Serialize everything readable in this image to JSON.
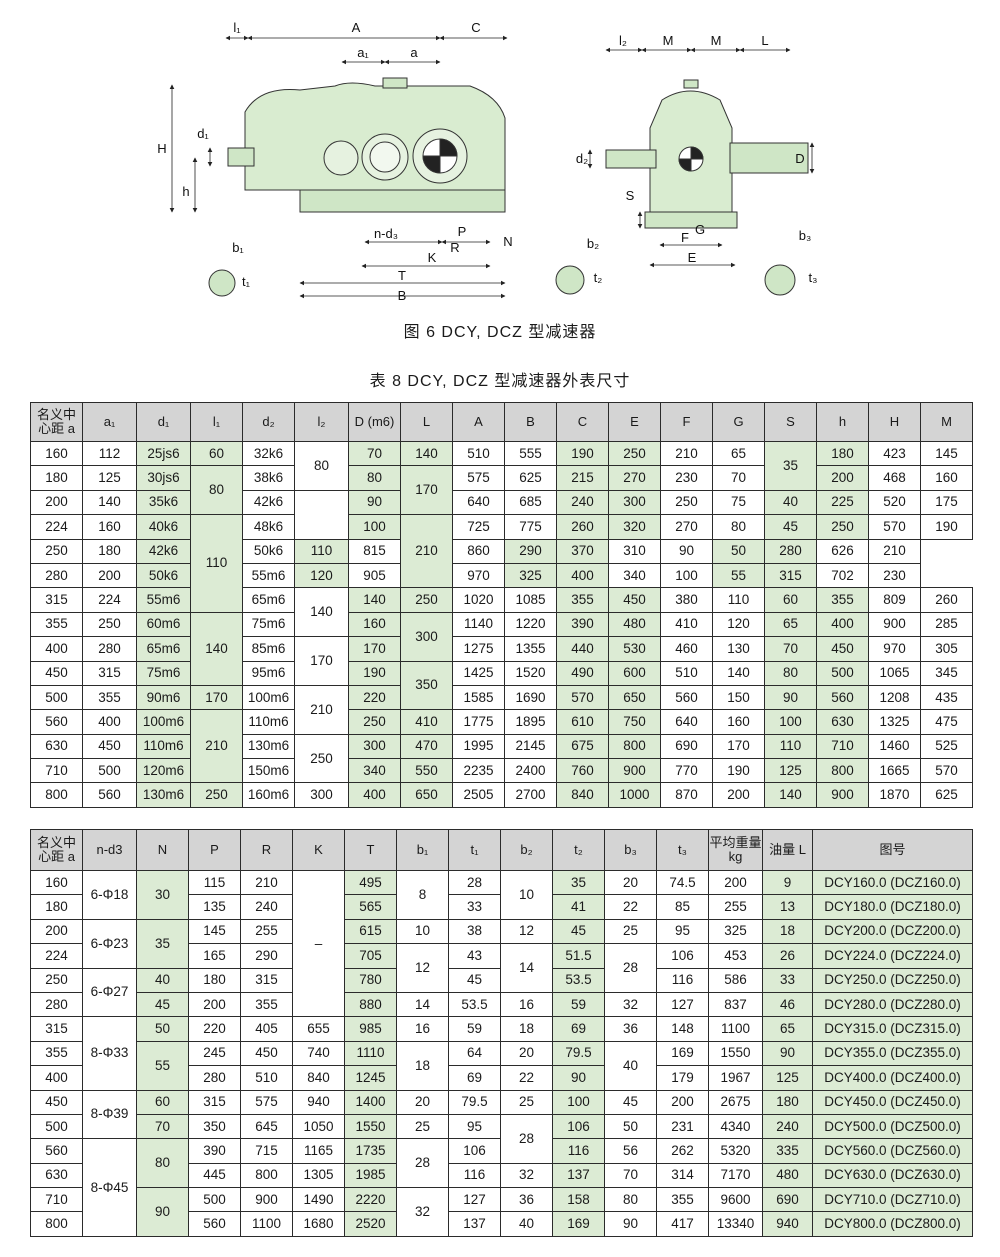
{
  "figure": {
    "caption": "图 6 DCY, DCZ 型减速器",
    "labels": {
      "l1": "l₁",
      "A": "A",
      "C": "C",
      "a1": "a₁",
      "a": "a",
      "H": "H",
      "d1": "d₁",
      "h": "h",
      "nd3": "n-d₃",
      "P": "P",
      "R": "R",
      "K": "K",
      "T": "T",
      "B": "B",
      "N": "N",
      "b1": "b₁",
      "t1": "t₁",
      "l2": "l₂",
      "M": "M",
      "L": "L",
      "d2": "d₂",
      "D": "D",
      "S": "S",
      "G": "G",
      "F": "F",
      "E": "E",
      "b2": "b₂",
      "t2": "t₂",
      "b3": "b₃",
      "t3": "t₃"
    }
  },
  "table_title": "表 8 DCY, DCZ 型减速器外表尺寸",
  "table1": {
    "headers": [
      "名义中心距 a",
      "a₁",
      "d₁",
      "l₁",
      "d₂",
      "l₂",
      "D (m6)",
      "L",
      "A",
      "B",
      "C",
      "E",
      "F",
      "G",
      "S",
      "h",
      "H",
      "M"
    ],
    "rows": [
      [
        "160",
        "112",
        "25js6",
        "60",
        "32k6",
        "80",
        "70",
        "140",
        "510",
        "555",
        "190",
        "250",
        "210",
        "65",
        "35",
        "180",
        "423",
        "145"
      ],
      [
        "180",
        "125",
        "30js6",
        "80",
        "38k6",
        "",
        "80",
        "170",
        "575",
        "625",
        "215",
        "270",
        "230",
        "70",
        "",
        "200",
        "468",
        "160"
      ],
      [
        "200",
        "140",
        "35k6",
        "",
        "42k6",
        "",
        "90",
        "",
        "640",
        "685",
        "240",
        "300",
        "250",
        "75",
        "40",
        "225",
        "520",
        "175"
      ],
      [
        "224",
        "160",
        "40k6",
        "110",
        "48k6",
        "110",
        "100",
        "210",
        "725",
        "775",
        "260",
        "320",
        "270",
        "80",
        "45",
        "250",
        "570",
        "190"
      ],
      [
        "250",
        "180",
        "42k6",
        "",
        "50k6",
        "",
        "110",
        "",
        "815",
        "860",
        "290",
        "370",
        "310",
        "90",
        "50",
        "280",
        "626",
        "210"
      ],
      [
        "280",
        "200",
        "50k6",
        "",
        "55m6",
        "",
        "120",
        "",
        "905",
        "970",
        "325",
        "400",
        "340",
        "100",
        "55",
        "315",
        "702",
        "230"
      ],
      [
        "315",
        "224",
        "55m6",
        "",
        "65m6",
        "140",
        "140",
        "250",
        "1020",
        "1085",
        "355",
        "450",
        "380",
        "110",
        "60",
        "355",
        "809",
        "260"
      ],
      [
        "355",
        "250",
        "60m6",
        "140",
        "75m6",
        "",
        "160",
        "300",
        "1140",
        "1220",
        "390",
        "480",
        "410",
        "120",
        "65",
        "400",
        "900",
        "285"
      ],
      [
        "400",
        "280",
        "65m6",
        "",
        "85m6",
        "170",
        "170",
        "",
        "1275",
        "1355",
        "440",
        "530",
        "460",
        "130",
        "70",
        "450",
        "970",
        "305"
      ],
      [
        "450",
        "315",
        "75m6",
        "",
        "95m6",
        "",
        "190",
        "350",
        "1425",
        "1520",
        "490",
        "600",
        "510",
        "140",
        "80",
        "500",
        "1065",
        "345"
      ],
      [
        "500",
        "355",
        "90m6",
        "170",
        "100m6",
        "210",
        "220",
        "",
        "1585",
        "1690",
        "570",
        "650",
        "560",
        "150",
        "90",
        "560",
        "1208",
        "435"
      ],
      [
        "560",
        "400",
        "100m6",
        "210",
        "110m6",
        "",
        "250",
        "410",
        "1775",
        "1895",
        "610",
        "750",
        "640",
        "160",
        "100",
        "630",
        "1325",
        "475"
      ],
      [
        "630",
        "450",
        "110m6",
        "",
        "130m6",
        "250",
        "300",
        "470",
        "1995",
        "2145",
        "675",
        "800",
        "690",
        "170",
        "110",
        "710",
        "1460",
        "525"
      ],
      [
        "710",
        "500",
        "120m6",
        "",
        "150m6",
        "",
        "340",
        "550",
        "2235",
        "2400",
        "760",
        "900",
        "770",
        "190",
        "125",
        "800",
        "1665",
        "570"
      ],
      [
        "800",
        "560",
        "130m6",
        "250",
        "160m6",
        "300",
        "400",
        "650",
        "2505",
        "2700",
        "840",
        "1000",
        "870",
        "200",
        "140",
        "900",
        "1870",
        "625"
      ]
    ]
  },
  "table2": {
    "headers": [
      "名义中心距 a",
      "n-d3",
      "N",
      "P",
      "R",
      "K",
      "T",
      "b₁",
      "t₁",
      "b₂",
      "t₂",
      "b₃",
      "t₃",
      "平均重量 kg",
      "油量 L",
      "图号"
    ],
    "rows": [
      [
        "160",
        "6-Φ18",
        "30",
        "115",
        "210",
        "–",
        "495",
        "8",
        "28",
        "10",
        "35",
        "20",
        "74.5",
        "200",
        "9",
        "DCY160.0 (DCZ160.0)"
      ],
      [
        "180",
        "",
        "",
        "135",
        "240",
        "",
        "565",
        "",
        "33",
        "",
        "41",
        "22",
        "85",
        "255",
        "13",
        "DCY180.0 (DCZ180.0)"
      ],
      [
        "200",
        "6-Φ23",
        "35",
        "145",
        "255",
        "",
        "615",
        "10",
        "38",
        "12",
        "45",
        "25",
        "95",
        "325",
        "18",
        "DCY200.0 (DCZ200.0)"
      ],
      [
        "224",
        "",
        "",
        "165",
        "290",
        "",
        "705",
        "12",
        "43",
        "14",
        "51.5",
        "28",
        "106",
        "453",
        "26",
        "DCY224.0 (DCZ224.0)"
      ],
      [
        "250",
        "6-Φ27",
        "40",
        "180",
        "315",
        "",
        "780",
        "",
        "45",
        "",
        "53.5",
        "",
        "116",
        "586",
        "33",
        "DCY250.0 (DCZ250.0)"
      ],
      [
        "280",
        "",
        "45",
        "200",
        "355",
        "",
        "880",
        "14",
        "53.5",
        "16",
        "59",
        "32",
        "127",
        "837",
        "46",
        "DCY280.0 (DCZ280.0)"
      ],
      [
        "315",
        "8-Φ33",
        "50",
        "220",
        "405",
        "655",
        "985",
        "16",
        "59",
        "18",
        "69",
        "36",
        "148",
        "1100",
        "65",
        "DCY315.0 (DCZ315.0)"
      ],
      [
        "355",
        "",
        "55",
        "245",
        "450",
        "740",
        "1110",
        "18",
        "64",
        "20",
        "79.5",
        "40",
        "169",
        "1550",
        "90",
        "DCY355.0 (DCZ355.0)"
      ],
      [
        "400",
        "",
        "",
        "280",
        "510",
        "840",
        "1245",
        "",
        "69",
        "22",
        "90",
        "",
        "179",
        "1967",
        "125",
        "DCY400.0 (DCZ400.0)"
      ],
      [
        "450",
        "8-Φ39",
        "60",
        "315",
        "575",
        "940",
        "1400",
        "20",
        "79.5",
        "25",
        "100",
        "45",
        "200",
        "2675",
        "180",
        "DCY450.0 (DCZ450.0)"
      ],
      [
        "500",
        "",
        "70",
        "350",
        "645",
        "1050",
        "1550",
        "25",
        "95",
        "28",
        "106",
        "50",
        "231",
        "4340",
        "240",
        "DCY500.0 (DCZ500.0)"
      ],
      [
        "560",
        "8-Φ45",
        "80",
        "390",
        "715",
        "1165",
        "1735",
        "28",
        "106",
        "",
        "116",
        "56",
        "262",
        "5320",
        "335",
        "DCY560.0 (DCZ560.0)"
      ],
      [
        "630",
        "",
        "",
        "445",
        "800",
        "1305",
        "1985",
        "",
        "116",
        "32",
        "137",
        "70",
        "314",
        "7170",
        "480",
        "DCY630.0 (DCZ630.0)"
      ],
      [
        "710",
        "",
        "90",
        "500",
        "900",
        "1490",
        "2220",
        "32",
        "127",
        "36",
        "158",
        "80",
        "355",
        "9600",
        "690",
        "DCY710.0 (DCZ710.0)"
      ],
      [
        "800",
        "",
        "",
        "560",
        "1100",
        "1680",
        "2520",
        "",
        "137",
        "40",
        "169",
        "90",
        "417",
        "13340",
        "940",
        "DCY800.0 (DCZ800.0)"
      ]
    ]
  }
}
